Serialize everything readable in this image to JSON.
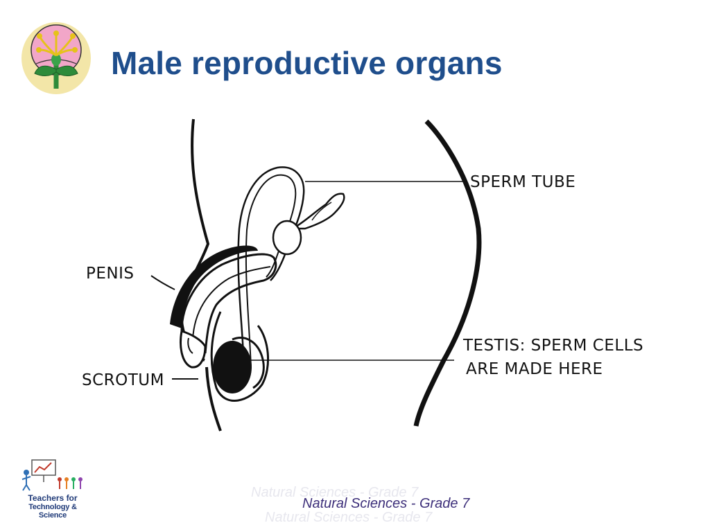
{
  "slide": {
    "title": "Male reproductive organs",
    "footer": "Natural Sciences - Grade 7"
  },
  "logo": {
    "icon": "flower-icon",
    "org_name_line1": "Teachers for",
    "org_name_line2": "Technology & Science"
  },
  "diagram": {
    "labels": {
      "sperm_tube": "SPERM TUBE",
      "penis": "PENIS",
      "scrotum": "SCROTUM",
      "testis_line1": "TESTIS: SPERM CELLS",
      "testis_line2": "ARE MADE HERE"
    }
  },
  "colors": {
    "title": "#1f4e8c",
    "footer": "#3d2f7a",
    "flower_petal": "#f2a6c8",
    "flower_bg": "#f3e6a8",
    "leaf": "#2e8b3a"
  }
}
